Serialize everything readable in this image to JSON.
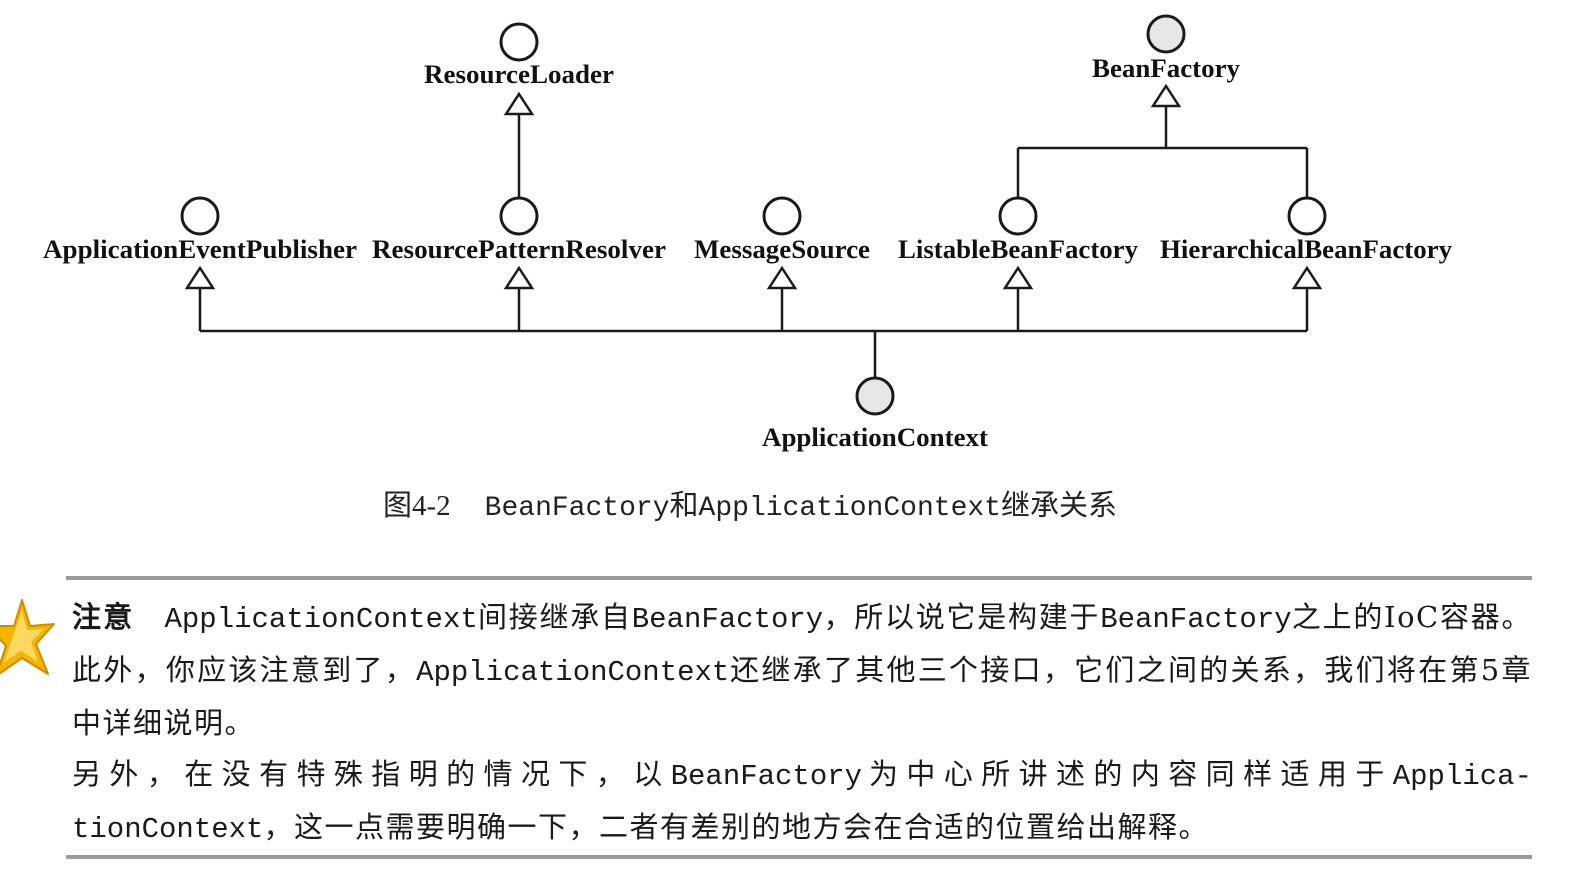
{
  "diagram": {
    "nodes": {
      "resource_loader": "ResourceLoader",
      "bean_factory": "BeanFactory",
      "application_event_publisher": "ApplicationEventPublisher",
      "resource_pattern_resolver": "ResourcePatternResolver",
      "message_source": "MessageSource",
      "listable_bean_factory": "ListableBeanFactory",
      "hierarchical_bean_factory": "HierarchicalBeanFactory",
      "application_context": "ApplicationContext"
    },
    "inheritance": [
      {
        "child": "ResourcePatternResolver",
        "parent": "ResourceLoader"
      },
      {
        "child": "ListableBeanFactory",
        "parent": "BeanFactory"
      },
      {
        "child": "HierarchicalBeanFactory",
        "parent": "BeanFactory"
      },
      {
        "child": "ApplicationContext",
        "parent": "ApplicationEventPublisher"
      },
      {
        "child": "ApplicationContext",
        "parent": "ResourcePatternResolver"
      },
      {
        "child": "ApplicationContext",
        "parent": "MessageSource"
      },
      {
        "child": "ApplicationContext",
        "parent": "ListableBeanFactory"
      },
      {
        "child": "ApplicationContext",
        "parent": "HierarchicalBeanFactory"
      }
    ],
    "colors": {
      "interface_fill": "#ffffff",
      "highlight_fill": "#e6e6e6",
      "stroke": "#1a1a1a"
    }
  },
  "caption": {
    "figure_number": "图4-2",
    "code_1": "BeanFactory",
    "text_1": "和",
    "code_2": "ApplicationContext",
    "text_2": "继承关系"
  },
  "note": {
    "label": "注意",
    "p1_code_1": "ApplicationContext",
    "p1_text_1": "间接继承自",
    "p1_code_2": "BeanFactory",
    "p1_text_2": "，所以说它是构建于",
    "p1_code_3": "BeanFactory",
    "p1_text_3": "之上的IoC容器。此外，你应该注意到了，",
    "p1_code_4": "ApplicationContext",
    "p1_text_4": "还继承了其他三个接口，它们之间的关系，我们将在第5章中详细说明。",
    "p2_text_1": "另外，在没有特殊指明的情况下，以",
    "p2_code_1": "BeanFactory",
    "p2_text_2": "为中心所讲述的内容同样适用于",
    "p2_code_2": "Applica-tionContext",
    "p2_text_3": "，这一点需要明确一下，二者有差别的地方会在合适的位置给出解释。",
    "icon": "star-icon",
    "icon_color": "#f5b400"
  },
  "rule_color": "#9a9a9a"
}
